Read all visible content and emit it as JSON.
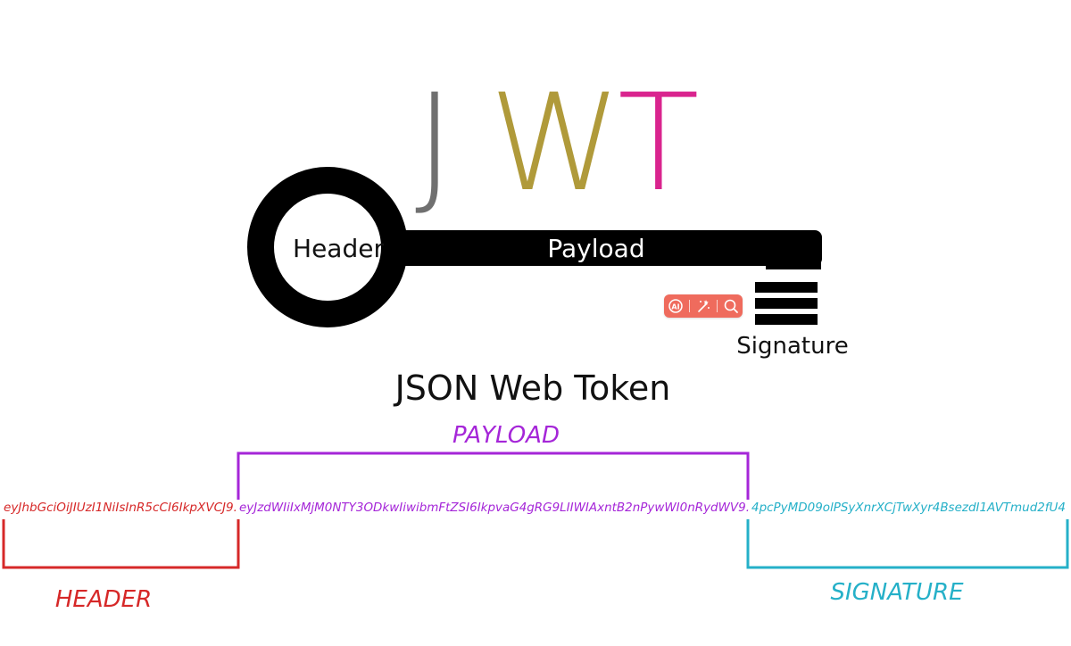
{
  "logo": {
    "letters": [
      {
        "text": "J",
        "color": "#707070"
      },
      {
        "text": "W",
        "color": "#b09a3a"
      },
      {
        "text": "T",
        "color": "#d9248e"
      }
    ]
  },
  "key": {
    "bow_label": "Header",
    "shaft_label": "Payload",
    "bit_label": "Signature"
  },
  "subtitle": "JSON Web Token",
  "token": {
    "header": {
      "label": "HEADER",
      "text": "eyJhbGciOiJIUzI1NiIsInR5cCI6IkpXVCJ9.",
      "color": "#d62828"
    },
    "payload": {
      "label": "PAYLOAD",
      "text": "eyJzdWIiIxMjM0NTY3ODkwIiwibmFtZSI6IkpvaG4gRG9LIIWIAxntB2nPywWI0nRydWV9.",
      "color": "#a526d8"
    },
    "signature": {
      "label": "SIGNATURE",
      "text": "4pcPyMD09olPSyXnrXCjTwXyr4BsezdI1AVTmud2fU4",
      "color": "#25b0c8"
    }
  },
  "toolbar": {
    "icons": [
      "ai-icon",
      "magic-wand-icon",
      "search-icon"
    ]
  }
}
